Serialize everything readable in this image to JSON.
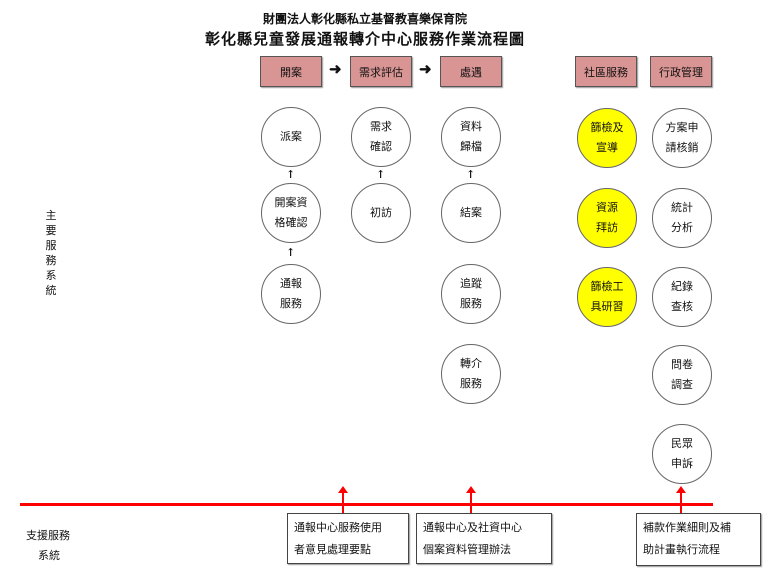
{
  "title": {
    "org": "財團法人彰化縣私立基督教喜樂保育院",
    "main": "彰化縣兒童發展通報轉介中心服務作業流程圖"
  },
  "headers": [
    "開案",
    "需求評估",
    "處遇",
    "社區服務",
    "行政管理"
  ],
  "flow_arrow": "➜",
  "up_arrow": "↑",
  "columns": {
    "case_open": [
      "派案",
      "開案資\n格確認",
      "通報\n服務"
    ],
    "needs": [
      "需求\n確認",
      "初訪"
    ],
    "treatment": [
      "資料\n歸檔",
      "結案",
      "追蹤\n服務",
      "轉介\n服務"
    ],
    "community": [
      "篩檢及\n宣導",
      "資源\n拜訪",
      "篩檢工\n具研習"
    ],
    "admin": [
      "方案申\n請核銷",
      "統計\n分析",
      "紀錄\n查核",
      "問卷\n調查",
      "民眾\n申訴"
    ]
  },
  "side_labels": {
    "main": "主要服務系統",
    "support_line1": "支援服務",
    "support_line2": "系統"
  },
  "support_docs": [
    "通報中心服務使用\n者意見處理要點",
    "通報中心及社資中心\n個案資料管理辦法",
    "補款作業細則及補\n助計畫執行流程"
  ],
  "colors": {
    "header": "#d99594",
    "community": "#ffff00",
    "line": "#ff0000"
  }
}
